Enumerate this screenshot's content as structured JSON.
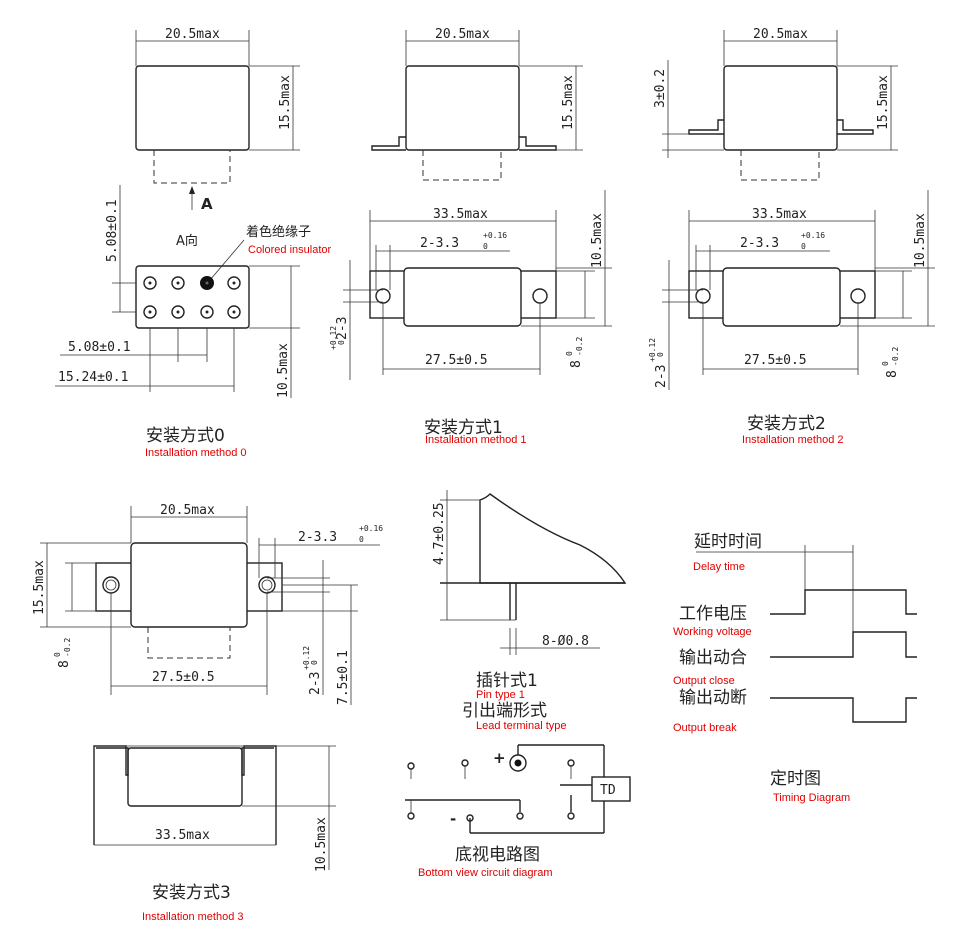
{
  "dims": {
    "w_20_5": "20.5max",
    "h_15_5": "15.5max",
    "h_10_5": "10.5max",
    "w_33_5": "33.5max",
    "h_3": "3±0.2",
    "h_5_08": "5.08±0.1",
    "w_5_08": "5.08±0.1",
    "w_15_24": "15.24±0.1",
    "hole_main": "2-3.3",
    "hole_tol_top": "+0.16",
    "hole_tol_bot": "0",
    "slot_main": "2-3",
    "slot_tol_top": "+0.12",
    "slot_tol_bot": "0",
    "w_27_5": "27.5±0.5",
    "w8_main": "8",
    "w8_tol_top": "0",
    "w8_tol_bot": "-0.2",
    "h_4_7": "4.7±0.25",
    "pin_d": "8-Ø0.8",
    "h_7_5": "7.5±0.1",
    "td": "TD",
    "plus": "+",
    "minus": "-",
    "arrow_a": "A"
  },
  "labels": {
    "view_a": "A向",
    "colored_insulator_zh": "着色绝缘子",
    "colored_insulator_en": "Colored insulator",
    "m0_zh": "安装方式0",
    "m0_en": "Installation method 0",
    "m1_zh": "安装方式1",
    "m1_en": "Installation method 1",
    "m2_zh": "安装方式2",
    "m2_en": "Installation method 2",
    "m3_zh": "安装方式3",
    "m3_en": "Installation method 3",
    "pin_zh": "插针式1",
    "pin_en": "Pin type 1",
    "lead_zh": "引出端形式",
    "lead_en": "Lead terminal type",
    "circuit_zh": "底视电路图",
    "circuit_en": "Bottom view circuit diagram",
    "delay_zh": "延时时间",
    "delay_en": "Delay time",
    "voltage_zh": "工作电压",
    "voltage_en": "Working voltage",
    "close_zh": "输出动合",
    "close_en": "Output close",
    "break_zh": "输出动断",
    "break_en": "Output break",
    "timing_zh": "定时图",
    "timing_en": "Timing Diagram"
  },
  "colors": {
    "annotation": "#e00000",
    "line": "#222222"
  }
}
